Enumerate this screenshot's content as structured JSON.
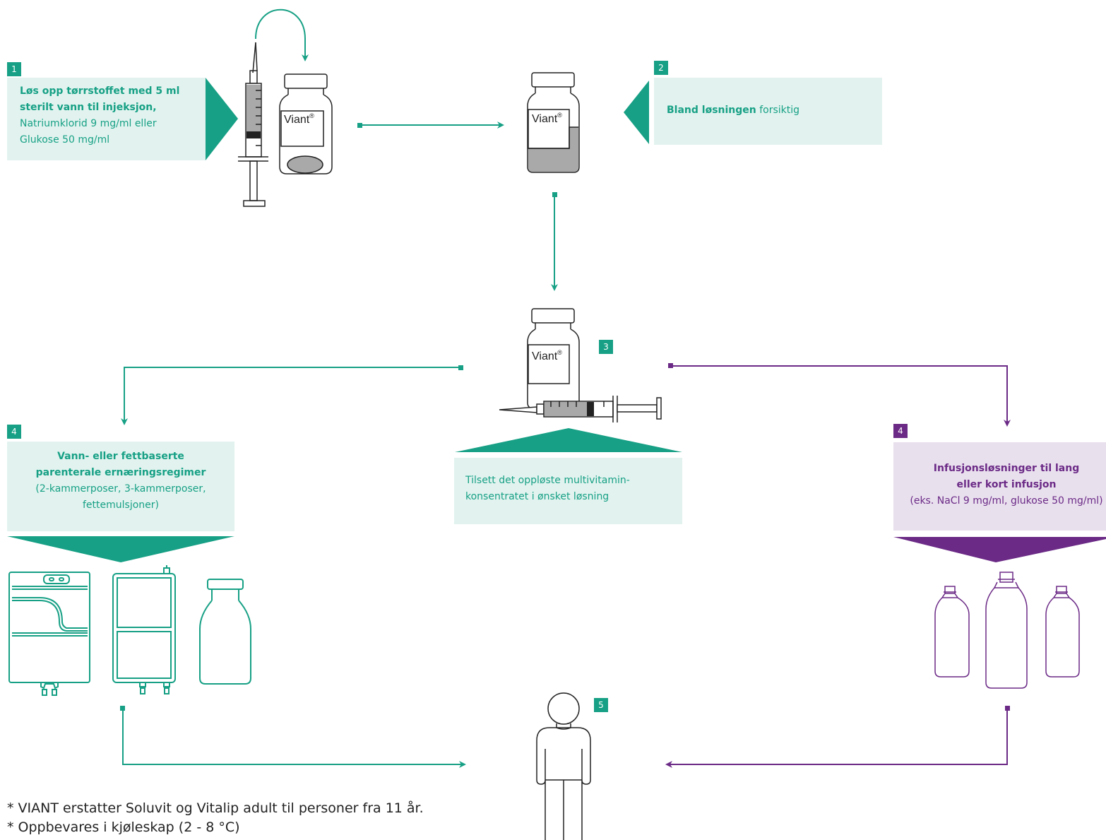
{
  "colors": {
    "teal": "#17a085",
    "teal_light": "#e2f3ef",
    "purple": "#6b2a86",
    "purple_light": "#e9e0ee"
  },
  "steps": {
    "s1": {
      "number": "1",
      "line1": "Løs opp tørrstoffet med 5 ml",
      "line2": "sterilt vann til injeksjon,",
      "line3": "Natriumklorid 9 mg/ml eller",
      "line4": "Glukose 50 mg/ml"
    },
    "s2": {
      "number": "2",
      "bold": "Bland løsningen",
      "rest": " forsiktig"
    },
    "s3": {
      "number": "3",
      "line1": "Tilsett det oppløste multivitamin-",
      "line2": "konsentratet i ønsket løsning"
    },
    "s4a": {
      "number": "4",
      "line1": "Vann- eller fettbaserte",
      "line2": "parenterale ernæringsregimer",
      "line3": "(2-kammerposer, 3-kammerposer,",
      "line4": "fettemulsjoner)"
    },
    "s4b": {
      "number": "4",
      "line1": "Infusjonsløsninger til lang",
      "line2": "eller kort infusjon",
      "line3": "(eks. NaCl 9 mg/ml, glukose 50 mg/ml)"
    },
    "s5": {
      "number": "5"
    }
  },
  "vial_label": {
    "name": "Viant",
    "mark": "®"
  },
  "footnotes": [
    "* VIANT erstatter Soluvit og Vitalip adult til personer fra 11 år.",
    "* Oppbevares i kjøleskap (2 - 8 °C)"
  ]
}
